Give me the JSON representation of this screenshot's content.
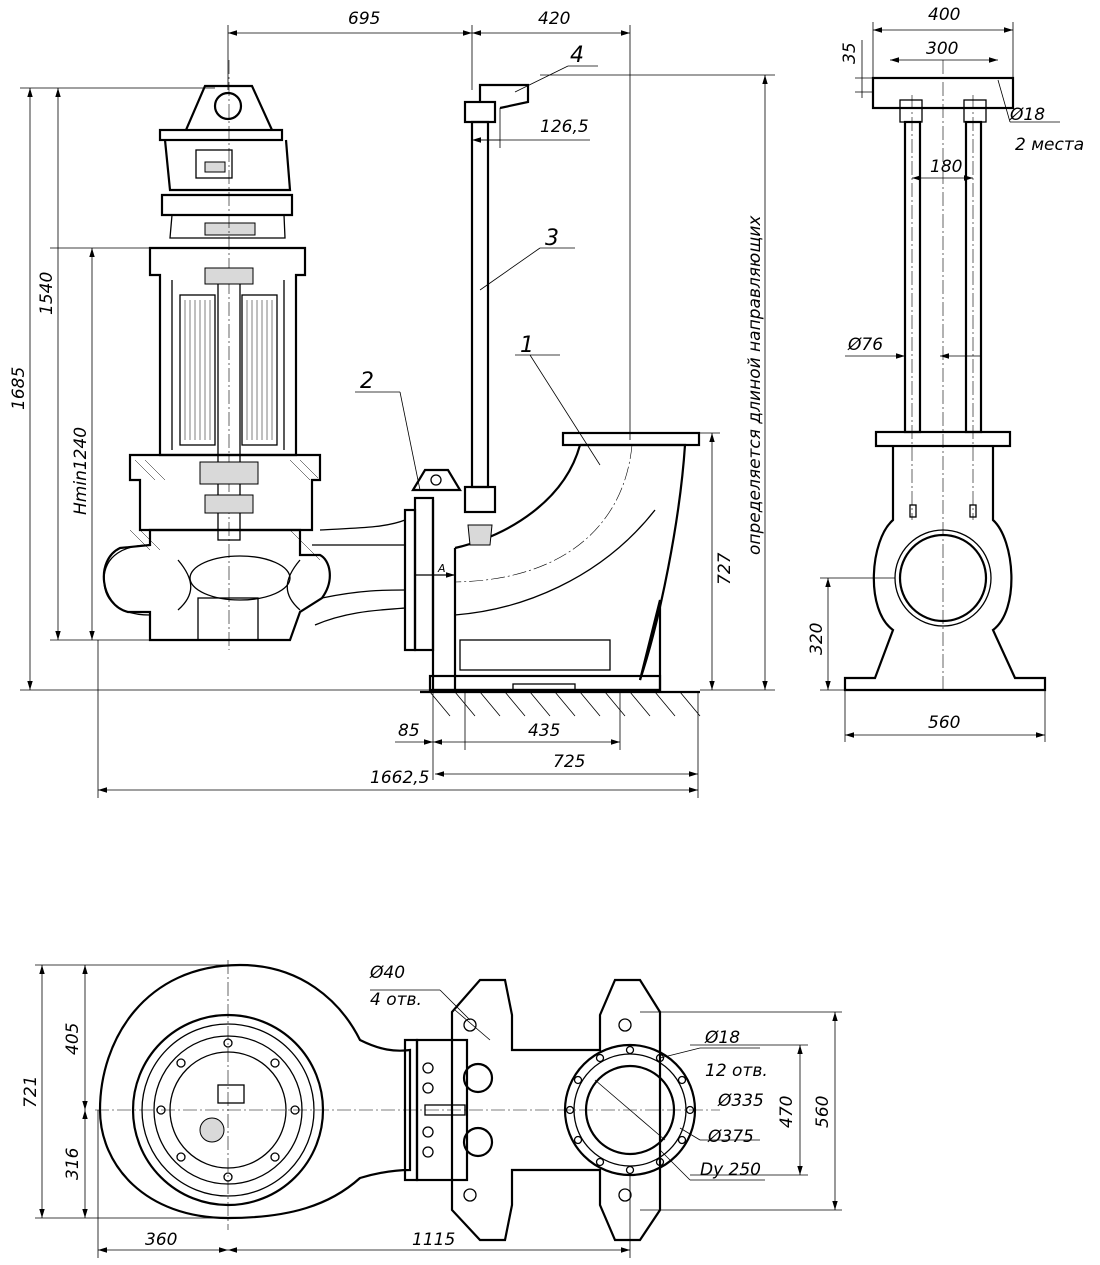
{
  "dimensions": {
    "top_695": "695",
    "top_420": "420",
    "side_400": "400",
    "side_300": "300",
    "side_35": "35",
    "hole_d18_side": "Ø18",
    "holes_2": "2 места",
    "dim_126_5": "126,5",
    "dim_180": "180",
    "dim_d76": "Ø76",
    "dim_320": "320",
    "dim_560_side": "560",
    "dim_1685": "1685",
    "dim_1540": "1540",
    "dim_hmin": "Hmin1240",
    "dim_727": "727",
    "guide_note": "определяется длиной направляющих",
    "dim_85": "85",
    "dim_435": "435",
    "dim_725": "725",
    "dim_1662_5": "1662,5",
    "plan_d40": "Ø40",
    "plan_4_holes": "4 отв.",
    "plan_d18": "Ø18",
    "plan_12_holes": "12 отв.",
    "plan_d335": "Ø335",
    "plan_d375": "Ø375",
    "plan_dy250": "Dy 250",
    "plan_470": "470",
    "plan_560": "560",
    "plan_721": "721",
    "plan_405": "405",
    "plan_316": "316",
    "plan_360": "360",
    "plan_1115": "1115",
    "section_mark": "A"
  },
  "callouts": {
    "item_1": "1",
    "item_2": "2",
    "item_3": "3",
    "item_4": "4"
  }
}
